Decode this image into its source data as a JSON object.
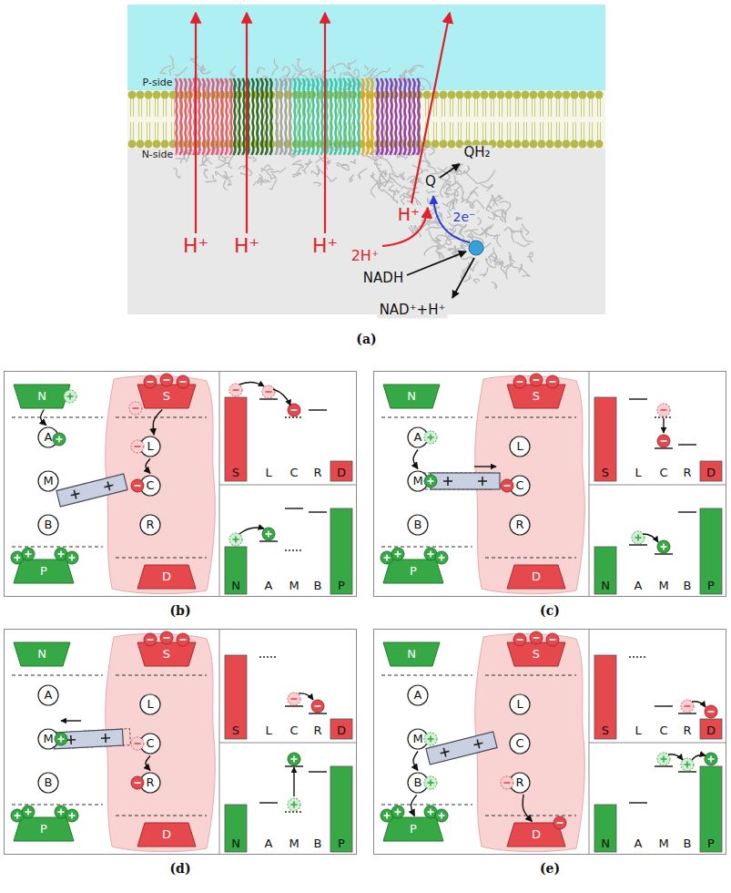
{
  "diagram": {
    "nodes": [
      {
        "text": [
          "(a)"
        ]
      },
      {
        "text": [
          "(b)"
        ]
      },
      {
        "text": [
          "N"
        ],
        "in": 1
      },
      {
        "text": [
          "A"
        ],
        "in": 1
      },
      {
        "text": [
          "M"
        ],
        "in": 1
      },
      {
        "text": [
          "B"
        ],
        "in": 1
      },
      {
        "text": [
          "P"
        ],
        "in": 1
      },
      {
        "text": [
          "S"
        ],
        "in": 1
      },
      {
        "text": [
          "L"
        ],
        "in": 1
      },
      {
        "text": [
          "C"
        ],
        "in": 1
      },
      {
        "text": [
          "R"
        ],
        "in": 1
      },
      {
        "text": [
          "D"
        ],
        "in": 1
      },
      {
        "text": [
          "S"
        ],
        "in": 1
      },
      {
        "text": [
          "D"
        ],
        "in": 1
      },
      {
        "text": [
          "N"
        ],
        "in": 1
      },
      {
        "text": [
          "P"
        ],
        "in": 1
      },
      {
        "text": [
          "(c)"
        ]
      },
      {
        "text": [
          "N"
        ],
        "in": 16
      },
      {
        "text": [
          "A"
        ],
        "in": 16
      },
      {
        "text": [
          "M"
        ],
        "in": 16
      },
      {
        "text": [
          "B"
        ],
        "in": 16
      },
      {
        "text": [
          "P"
        ],
        "in": 16
      },
      {
        "text": [
          "S"
        ],
        "in": 16
      },
      {
        "text": [
          "L"
        ],
        "in": 16
      },
      {
        "text": [
          "C"
        ],
        "in": 16
      },
      {
        "text": [
          "R"
        ],
        "in": 16
      },
      {
        "text": [
          "D"
        ],
        "in": 16
      },
      {
        "text": [
          "S"
        ],
        "in": 16
      },
      {
        "text": [
          "D"
        ],
        "in": 16
      },
      {
        "text": [
          "N"
        ],
        "in": 16
      },
      {
        "text": [
          "P"
        ],
        "in": 16
      },
      {
        "text": [
          "(d)"
        ]
      },
      {
        "text": [
          "N"
        ],
        "in": 31
      },
      {
        "text": [
          "A"
        ],
        "in": 31
      },
      {
        "text": [
          "M"
        ],
        "in": 31
      },
      {
        "text": [
          "B"
        ],
        "in": 31
      },
      {
        "text": [
          "P"
        ],
        "in": 31
      },
      {
        "text": [
          "S"
        ],
        "in": 31
      },
      {
        "text": [
          "L"
        ],
        "in": 31
      },
      {
        "text": [
          "C"
        ],
        "in": 31
      },
      {
        "text": [
          "R"
        ],
        "in": 31
      },
      {
        "text": [
          "D"
        ],
        "in": 31
      },
      {
        "text": [
          "S"
        ],
        "in": 31
      },
      {
        "text": [
          "D"
        ],
        "in": 31
      },
      {
        "text": [
          "N"
        ],
        "in": 31
      },
      {
        "text": [
          "P"
        ],
        "in": 31
      },
      {
        "text": [
          "(e)"
        ]
      },
      {
        "text": [
          "N"
        ],
        "in": 46
      },
      {
        "text": [
          "A"
        ],
        "in": 46
      },
      {
        "text": [
          "M"
        ],
        "in": 46
      },
      {
        "text": [
          "B"
        ],
        "in": 46
      },
      {
        "text": [
          "P"
        ],
        "in": 46
      },
      {
        "text": [
          "S"
        ],
        "in": 46
      },
      {
        "text": [
          "L"
        ],
        "in": 46
      },
      {
        "text": [
          "C"
        ],
        "in": 46
      },
      {
        "text": [
          "R"
        ],
        "in": 46
      },
      {
        "text": [
          "D"
        ],
        "in": 46
      },
      {
        "text": [
          "S"
        ],
        "in": 46
      },
      {
        "text": [
          "D"
        ],
        "in": 46
      },
      {
        "text": [
          "N"
        ],
        "in": 46
      },
      {
        "text": [
          "P"
        ],
        "in": 46
      }
    ],
    "edges": [
      {
        "from": 2,
        "to": 3,
        "arrow": "to"
      },
      {
        "from": 7,
        "to": 8,
        "arrow": "to"
      },
      {
        "from": 8,
        "to": 9,
        "arrow": "to"
      },
      {
        "from": 18,
        "to": 19,
        "arrow": "to"
      },
      {
        "from": 39,
        "to": 40,
        "arrow": "to"
      },
      {
        "from": 49,
        "to": 50,
        "arrow": "to"
      },
      {
        "from": 50,
        "to": 51,
        "arrow": "to"
      },
      {
        "from": 55,
        "to": 56,
        "arrow": "to"
      }
    ],
    "labels": [
      "P-side",
      "N-side",
      "H⁺",
      "H⁺",
      "H⁺",
      "H⁺",
      "Q",
      "QH₂",
      "2e⁻",
      "2H⁺",
      "NADH",
      "NAD⁺+H⁺",
      "L",
      "C",
      "R",
      "A",
      "M",
      "B",
      "L",
      "C",
      "R",
      "A",
      "M",
      "B",
      "L",
      "C",
      "R",
      "A",
      "M",
      "B",
      "L",
      "C",
      "R",
      "A",
      "M",
      "B"
    ]
  }
}
